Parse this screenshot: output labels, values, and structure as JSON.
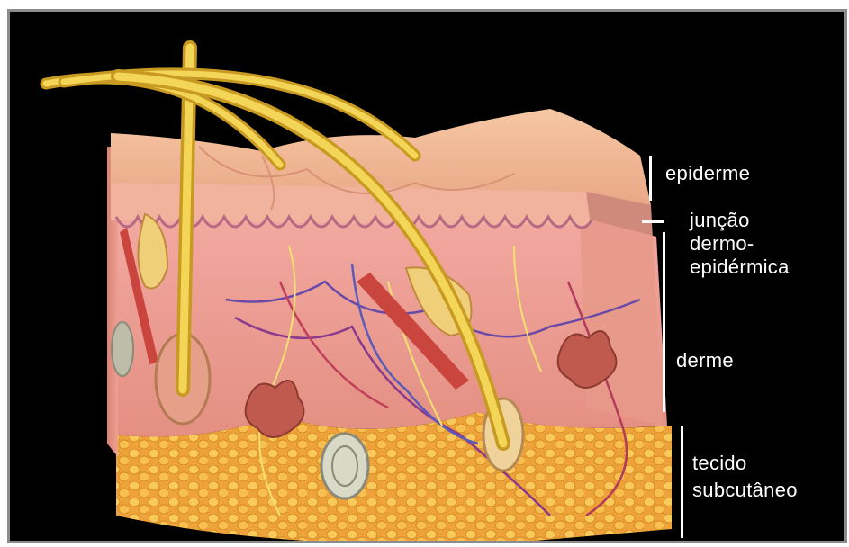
{
  "labels": {
    "epiderme": "epiderme",
    "juncao": [
      "junção",
      "dermo-",
      "epidérmica"
    ],
    "derme": "derme",
    "tecido": [
      "tecido",
      "subcutâneo"
    ]
  },
  "colors": {
    "background": "#000000",
    "frame_border": "#8c8c8c",
    "label_text": "#ffffff",
    "skin_surface": "#f2b896",
    "dermis": "#ec9e90",
    "fat": "#f2b23c",
    "hair": "#e8c23a"
  }
}
